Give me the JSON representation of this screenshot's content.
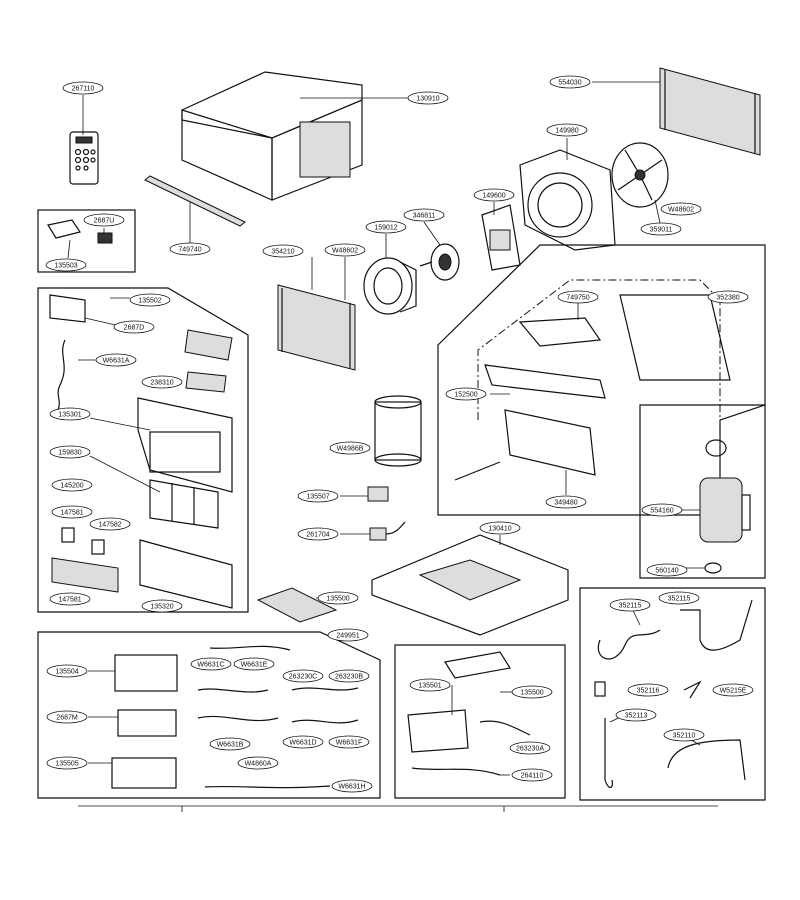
{
  "callouts": [
    {
      "id": "c-267110",
      "text": "267110"
    },
    {
      "id": "c-130910",
      "text": "130910"
    },
    {
      "id": "c-554030",
      "text": "554030"
    },
    {
      "id": "c-149980",
      "text": "149980"
    },
    {
      "id": "c-749740",
      "text": "749740"
    },
    {
      "id": "c-149600",
      "text": "149600"
    },
    {
      "id": "c-2687u",
      "text": "2687U"
    },
    {
      "id": "c-135503",
      "text": "135503"
    },
    {
      "id": "c-346811",
      "text": "346811"
    },
    {
      "id": "c-159012",
      "text": "159012"
    },
    {
      "id": "c-354210",
      "text": "354210"
    },
    {
      "id": "c-w48602a",
      "text": "W48602"
    },
    {
      "id": "c-w48602b",
      "text": "W48602"
    },
    {
      "id": "c-359011",
      "text": "359011"
    },
    {
      "id": "c-135502",
      "text": "135502"
    },
    {
      "id": "c-2687d",
      "text": "2687D"
    },
    {
      "id": "c-w6631a",
      "text": "W6631A"
    },
    {
      "id": "c-238310",
      "text": "238310"
    },
    {
      "id": "c-135301",
      "text": "135301"
    },
    {
      "id": "c-159830",
      "text": "159830"
    },
    {
      "id": "c-145200",
      "text": "145200"
    },
    {
      "id": "c-147581a",
      "text": "147581"
    },
    {
      "id": "c-147582",
      "text": "147582"
    },
    {
      "id": "c-147581b",
      "text": "147581"
    },
    {
      "id": "c-135320",
      "text": "135320"
    },
    {
      "id": "c-749750",
      "text": "749750"
    },
    {
      "id": "c-352380",
      "text": "352380"
    },
    {
      "id": "c-152500",
      "text": "152500"
    },
    {
      "id": "c-w4986b",
      "text": "W4986B"
    },
    {
      "id": "c-349480",
      "text": "349480"
    },
    {
      "id": "c-135507",
      "text": "135507"
    },
    {
      "id": "c-261704",
      "text": "261704"
    },
    {
      "id": "c-130410",
      "text": "130410"
    },
    {
      "id": "c-554160",
      "text": "554160"
    },
    {
      "id": "c-560140",
      "text": "560140"
    },
    {
      "id": "c-135500a",
      "text": "135500"
    },
    {
      "id": "c-249951",
      "text": "249951"
    },
    {
      "id": "c-135504",
      "text": "135504"
    },
    {
      "id": "c-2687m",
      "text": "2687M"
    },
    {
      "id": "c-135505",
      "text": "135505"
    },
    {
      "id": "c-w6631c",
      "text": "W6631C"
    },
    {
      "id": "c-w6631e",
      "text": "W6631E"
    },
    {
      "id": "c-263230c",
      "text": "263230C"
    },
    {
      "id": "c-263230b",
      "text": "263230B"
    },
    {
      "id": "c-w6631b",
      "text": "W6631B"
    },
    {
      "id": "c-w6631d",
      "text": "W6631D"
    },
    {
      "id": "c-w6631f",
      "text": "W6631F"
    },
    {
      "id": "c-w4860a",
      "text": "W4860A"
    },
    {
      "id": "c-w6631h",
      "text": "W6631H"
    },
    {
      "id": "c-135501",
      "text": "135501"
    },
    {
      "id": "c-135500b",
      "text": "135500"
    },
    {
      "id": "c-263230a",
      "text": "263230A"
    },
    {
      "id": "c-264110",
      "text": "264110"
    },
    {
      "id": "c-352115a",
      "text": "352115"
    },
    {
      "id": "c-352115b",
      "text": "352115"
    },
    {
      "id": "c-352116",
      "text": "352116"
    },
    {
      "id": "c-w5215e",
      "text": "W5215E"
    },
    {
      "id": "c-352113",
      "text": "352113"
    },
    {
      "id": "c-352110",
      "text": "352110"
    }
  ]
}
